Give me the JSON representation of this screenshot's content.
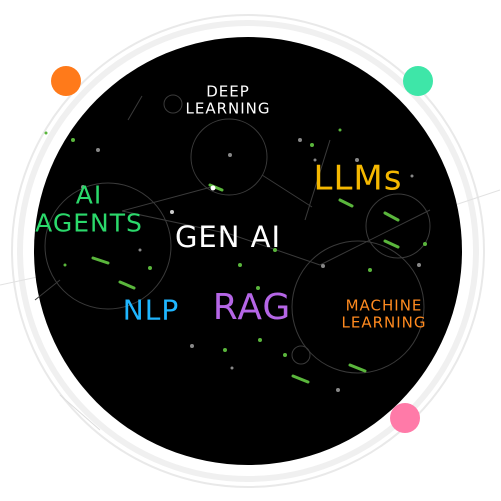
{
  "labels": {
    "deep_learning": "DEEP\nLEARNING",
    "llms": "LLMs",
    "ai_agents": "AI\nAGENTS",
    "gen_ai": "GEN AI",
    "nlp": "NLP",
    "rag": "RAG",
    "machine_learning": "MACHINE\nLEARNING"
  },
  "colors": {
    "circle_fill": "#000000",
    "ring": "#e6e6e6",
    "orange_dot": "#ff7a1a",
    "teal_dot": "#3ee6a8",
    "pink_dot": "#ff7aa8",
    "accent_green": "#5ab63c"
  }
}
